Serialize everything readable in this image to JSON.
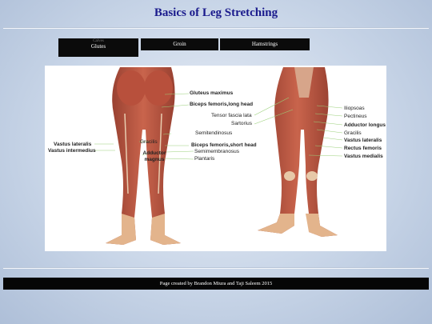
{
  "header": {
    "title": "Basics of Leg Stretching"
  },
  "nav": {
    "tabs": [
      {
        "label": "Glutes",
        "ghost": "Calves",
        "active": true
      },
      {
        "label": "Groin",
        "active": false
      },
      {
        "label": "Hamstrings",
        "active": false
      }
    ]
  },
  "figure": {
    "back_labels": {
      "gluteus_maximus": "Gluteus maximus",
      "biceps_long": "Biceps femoris,long head",
      "tensor": "Tensor fascia lata",
      "sartorius": "Sartorius",
      "semitendinosus": "Semitendinosus",
      "gracilis": "Gracilis",
      "biceps_short": "Biceps femoris,short head",
      "vastus_lateralis": "Vastus lateralis",
      "vastus_intermedius": "Vastus intermedius",
      "adductor_magnus": "Adductor magnus",
      "semimembranosus": "Semimembranosus",
      "plantaris": "Plantaris"
    },
    "front_labels": {
      "iliopsoas": "Iliopsoas",
      "pectineus": "Pectineus",
      "adductor_longus": "Adductor longus",
      "gracilis": "Gracilis",
      "vastus_lateralis": "Vastus lateralis",
      "rectus_femoris": "Rectus femoris",
      "vastus_medialis": "Vastus medialis"
    }
  },
  "footer": {
    "credit": "Page created by Brandon Miura and Taji Saleem 2015"
  },
  "colors": {
    "title": "#1a1a8c",
    "nav_bg": "#0b0b0b",
    "muscle": "#b5523f",
    "skin": "#e3b48c"
  }
}
